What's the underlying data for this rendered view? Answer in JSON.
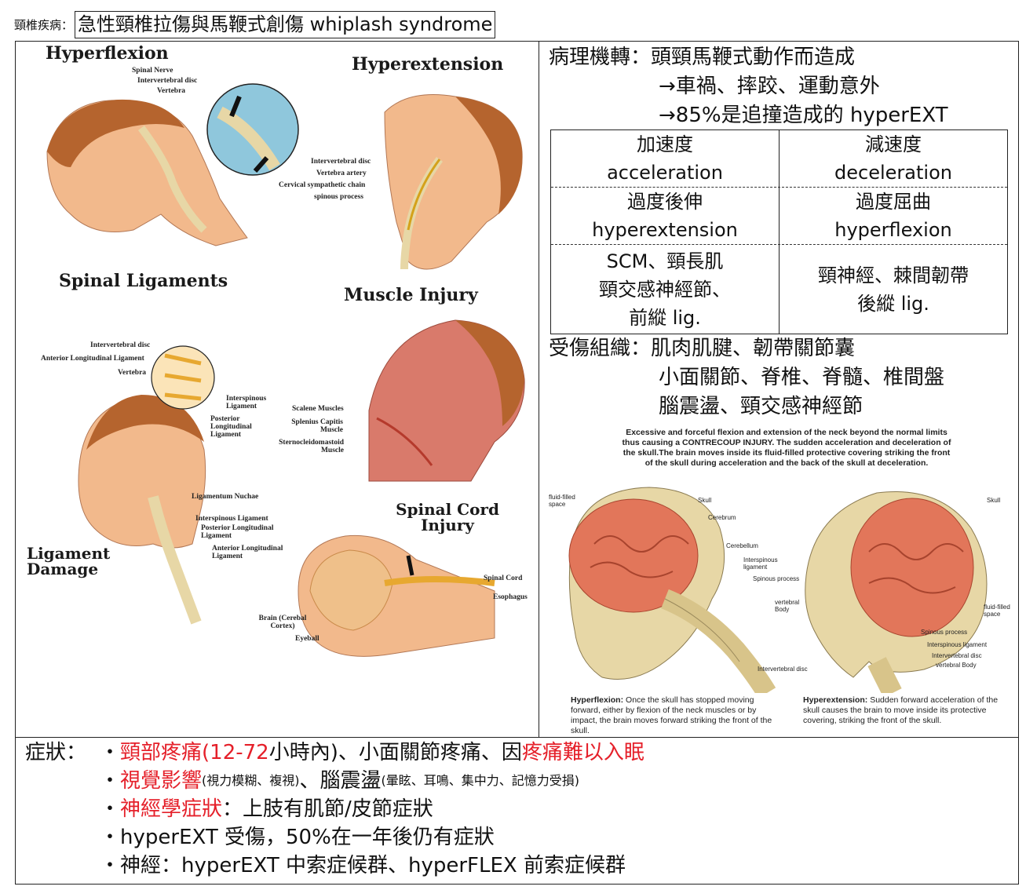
{
  "header": {
    "label": "頸椎疾病：",
    "title": "急性頸椎拉傷與馬鞭式創傷 whiplash syndrome"
  },
  "illustrations": {
    "hyperflexion": {
      "title": "Hyperflexion",
      "labels": [
        "Spinal Nerve",
        "Intervertebral disc",
        "Vertebra"
      ]
    },
    "hyperextension": {
      "title": "Hyperextension",
      "labels": [
        "Intervertebral disc",
        "Vertebra artery",
        "Cervical sympathetic chain",
        "spinous process"
      ]
    },
    "spinal_ligaments": {
      "title": "Spinal Ligaments",
      "labels": [
        "Intervertebral disc",
        "Anterior Longitudinal Ligament",
        "Vertebra",
        "Interspinous Ligament",
        "Posterior Longitudinal Ligament"
      ]
    },
    "muscle_injury": {
      "title": "Muscle Injury",
      "labels": [
        "Scalene Muscles",
        "Splenius Capitis Muscle",
        "Sternocleidomastoid Muscle"
      ]
    },
    "ligament_damage": {
      "title": "Ligament Damage",
      "labels": [
        "Ligamentum Nuchae",
        "Interspinous Ligament",
        "Posterior Longitudinal Ligament",
        "Anterior Longitudinal Ligament"
      ]
    },
    "spinal_cord_injury": {
      "title": "Spinal Cord Injury",
      "labels": [
        "Spinal Cord",
        "Esophagus",
        "Brain (Cerebal Cortex)",
        "Eyeball"
      ]
    }
  },
  "mechanism": {
    "line1": "病理機轉：頭頸馬鞭式動作而造成",
    "line2": "→車禍、摔跤、運動意外",
    "line3": "→85%是追撞造成的 hyperEXT"
  },
  "comparison": {
    "row1": {
      "left_cn": "加速度",
      "left_en": "acceleration",
      "right_cn": "減速度",
      "right_en": "deceleration"
    },
    "row2": {
      "left_cn": "過度後伸",
      "left_en": "hyperextension",
      "right_cn": "過度屈曲",
      "right_en": "hyperflexion"
    },
    "row3": {
      "left_1": "SCM、頸長肌",
      "left_2": "頸交感神經節、",
      "left_3": "前縱 lig.",
      "right_1": "頸神經、棘間韌帶",
      "right_2": "後縱 lig."
    }
  },
  "tissue": {
    "line1": "受傷組織：肌肉肌腱、韌帶關節囊",
    "line2": "小面關節、脊椎、脊髓、椎間盤",
    "line3": "腦震盪、頸交感神經節"
  },
  "brain_figure": {
    "caption": "Excessive and forceful flexion and extension of the neck beyond the normal limits thus causing a CONTRECOUP INJURY. The sudden acceleration and deceleration of the skull.The brain moves inside its fluid-filled protective covering striking the front of the skull during acceleration and the back of the skull at deceleration.",
    "labels_left": [
      "fluid-filled space",
      "Skull",
      "Cerebrum",
      "Cerebellum",
      "Interspinous ligament",
      "Spinous process",
      "vertebral Body",
      "Intervertebral disc"
    ],
    "labels_right": [
      "Skull",
      "fluid-filled space",
      "Spinous process",
      "Interspinous ligament",
      "Intervertebral disc",
      "vertebral Body"
    ],
    "note_left_bold": "Hyperflexion:",
    "note_left": " Once the skull has stopped moving forward, either by flexion of the neck muscles or by impact, the brain moves forward striking the front of the skull.",
    "note_right_bold": "Hyperextension:",
    "note_right": " Sudden forward acceleration of the skull causes the brain to move inside its protective covering, striking the front of the skull."
  },
  "symptoms": {
    "heading": "症狀：",
    "bullet": "・",
    "s1_red1": "頸部疼痛",
    "s1_red2": "(12-72",
    "s1_a": " 小時內)、小面關節疼痛、因",
    "s1_red3": "疼痛難以入眠",
    "s2_red": "視覺影響",
    "s2_small1": "(視力模糊、複視)",
    "s2_b": "、腦震盪",
    "s2_small2": "(暈眩、耳鳴、集中力、記憶力受損)",
    "s3_red": "神經學症狀",
    "s3_b": "：上肢有肌節/皮節症狀",
    "s4": "hyperEXT 受傷，50%在一年後仍有症狀",
    "s5": "神經：hyperEXT 中索症候群、hyperFLEX 前索症候群"
  },
  "colors": {
    "accent_red": "#e5202a",
    "skin": "#f2b98c",
    "hair": "#b5642e",
    "brain": "#e2765a",
    "bone": "#e7d7a6"
  }
}
